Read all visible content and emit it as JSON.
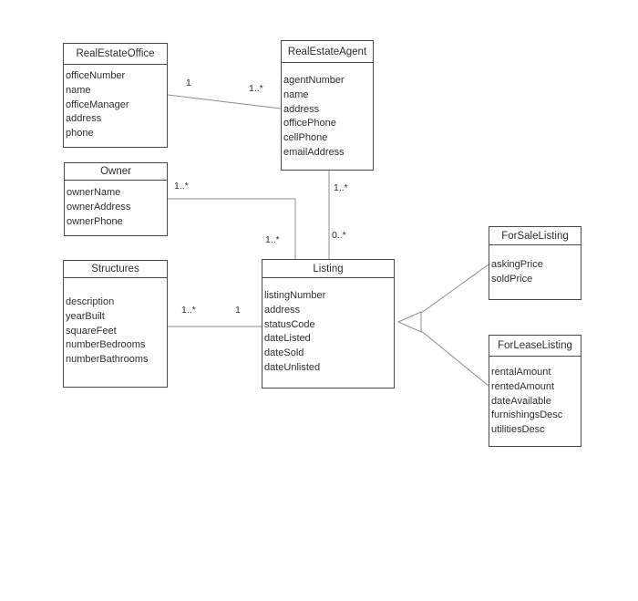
{
  "diagram": {
    "kind": "uml-class-diagram",
    "classes": {
      "office": {
        "name": "RealEstateOffice",
        "attributes": [
          "officeNumber",
          "name",
          "officeManager",
          "address",
          "phone"
        ]
      },
      "agent": {
        "name": "RealEstateAgent",
        "attributes": [
          "agentNumber",
          "name",
          "address",
          "officePhone",
          "cellPhone",
          "emailAddress"
        ]
      },
      "owner": {
        "name": "Owner",
        "attributes": [
          "ownerName",
          "ownerAddress",
          "ownerPhone"
        ]
      },
      "structures": {
        "name": "Structures",
        "attributes": [
          "description",
          "yearBuilt",
          "squareFeet",
          "numberBedrooms",
          "numberBathrooms"
        ]
      },
      "listing": {
        "name": "Listing",
        "attributes": [
          "listingNumber",
          "address",
          "statusCode",
          "dateListed",
          "dateSold",
          "dateUnlisted"
        ]
      },
      "for_sale": {
        "name": "ForSaleListing",
        "attributes": [
          "askingPrice",
          "soldPrice"
        ]
      },
      "for_lease": {
        "name": "ForLeaseListing",
        "attributes": [
          "rentalAmount",
          "rentedAmount",
          "dateAvailable",
          "furnishingsDesc",
          "utilitiesDesc"
        ]
      }
    },
    "multiplicities": {
      "office_agent_office_end": "1",
      "office_agent_agent_end": "1..*",
      "agent_listing_agent_end": "1..*",
      "agent_listing_listing_end": "0..*",
      "owner_listing_owner_end": "1..*",
      "owner_listing_listing_end": "1..*",
      "structures_listing_structures_end": "1..*",
      "structures_listing_listing_end": "1"
    },
    "colors": {
      "background": "#ffffff",
      "box_border": "#4a4a4a",
      "connector_line": "#8c8c8c",
      "text": "#2e2e2e"
    }
  }
}
